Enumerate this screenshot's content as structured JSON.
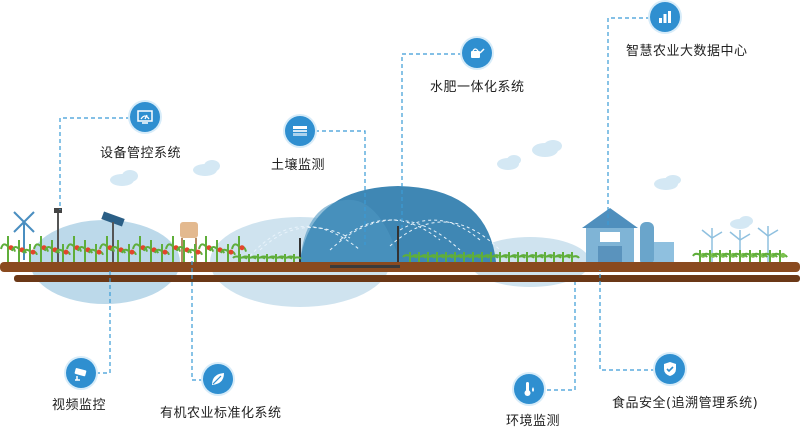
{
  "labels": {
    "equipment_control": "设备管控系统",
    "soil_monitor": "土壤监测",
    "water_fertilizer": "水肥一体化系统",
    "big_data_center": "智慧农业大数据中心",
    "video_monitor": "视频监控",
    "organic_standard": "有机农业标准化系统",
    "env_monitor": "环境监测",
    "food_safety": "食品安全(追溯管理系统)"
  },
  "colors": {
    "accent": "#2f8fd0",
    "dashed_line": "#3a9bd6",
    "soil_top": "#8a4a1f",
    "soil_dark": "#6b3817",
    "grass": "#7cc24e",
    "dome": "#3f87b4",
    "hill": "#bcd9ea",
    "cloud": "#d4e8f4"
  },
  "icons": {
    "equipment_control": "monitor-gauge-icon",
    "soil_monitor": "soil-layers-icon",
    "water_fertilizer": "watering-can-icon",
    "big_data_center": "bar-chart-icon",
    "video_monitor": "cctv-camera-icon",
    "organic_standard": "leaf-icon",
    "env_monitor": "thermometer-drop-icon",
    "food_safety": "shield-check-icon"
  }
}
